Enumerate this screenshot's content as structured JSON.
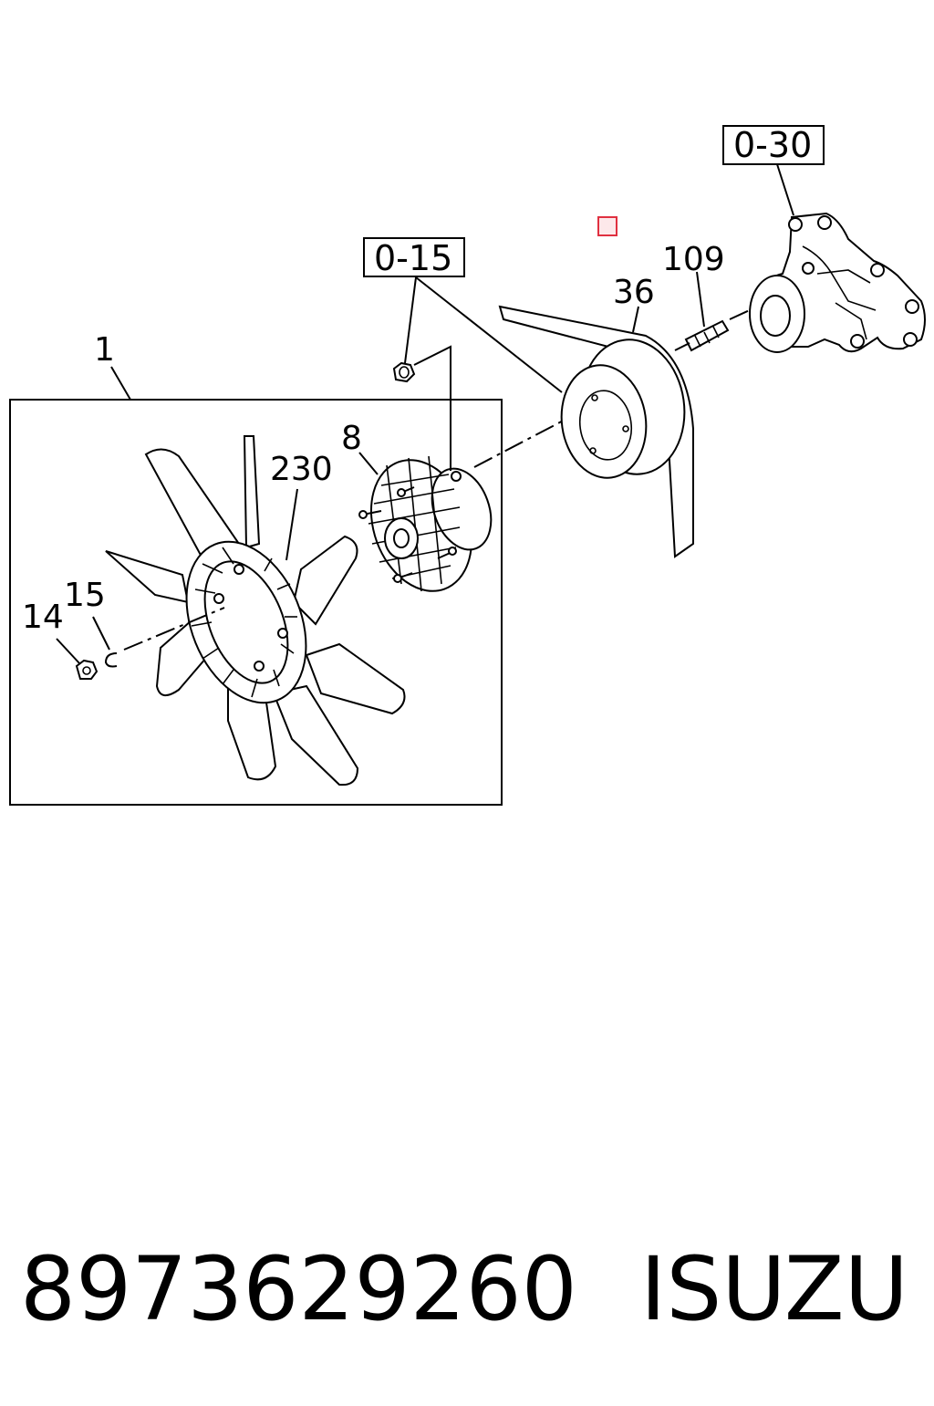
{
  "diagram": {
    "labels": {
      "fan_assembly": "1",
      "fan_blade": "230",
      "fan_clutch": "8",
      "nut": "14",
      "washer": "15",
      "belt": "36",
      "stud": "109"
    },
    "references": {
      "ref_0_15": "0-15",
      "ref_0_30": "0-30"
    },
    "marker_color": "#e03040"
  },
  "footer": {
    "part_number": "8973629260",
    "brand": "ISUZU"
  }
}
